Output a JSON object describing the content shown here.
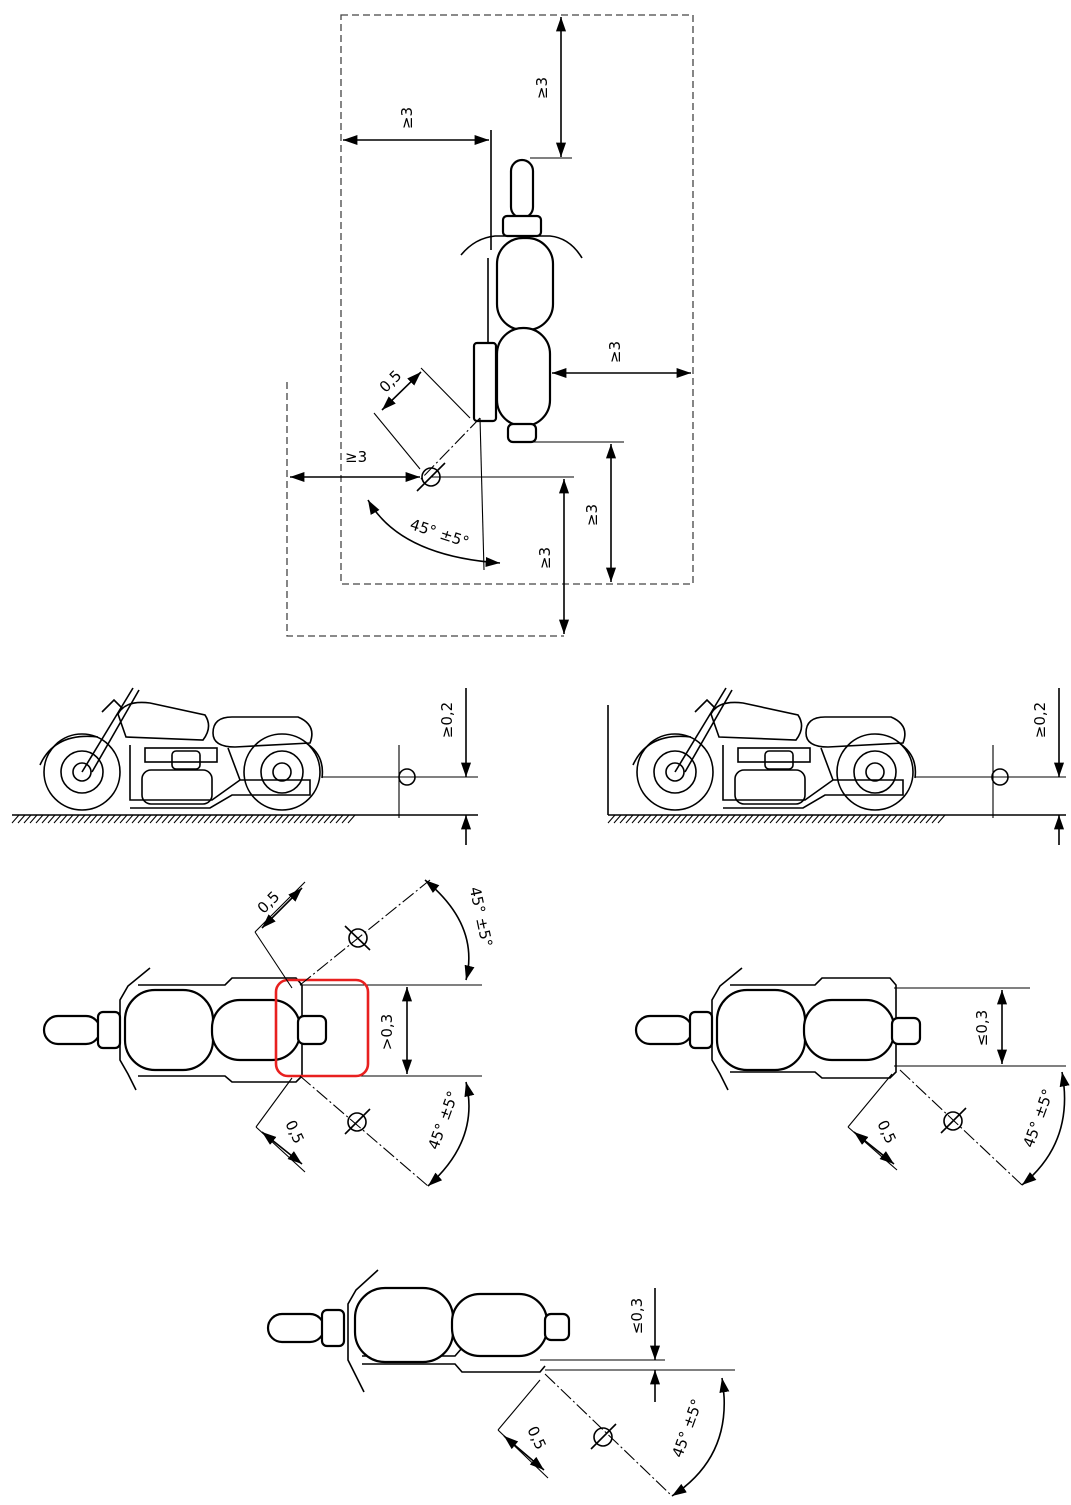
{
  "diagram": {
    "labels": {
      "ge3": "≥3",
      "ge0_2": "≥0,2",
      "gt0_3": ">0,3",
      "le0_3": "≤0,3",
      "d0_5": "0,5",
      "angle": "45° ±5°"
    },
    "highlight_color": "#e8201f",
    "line_color": "#000000"
  }
}
